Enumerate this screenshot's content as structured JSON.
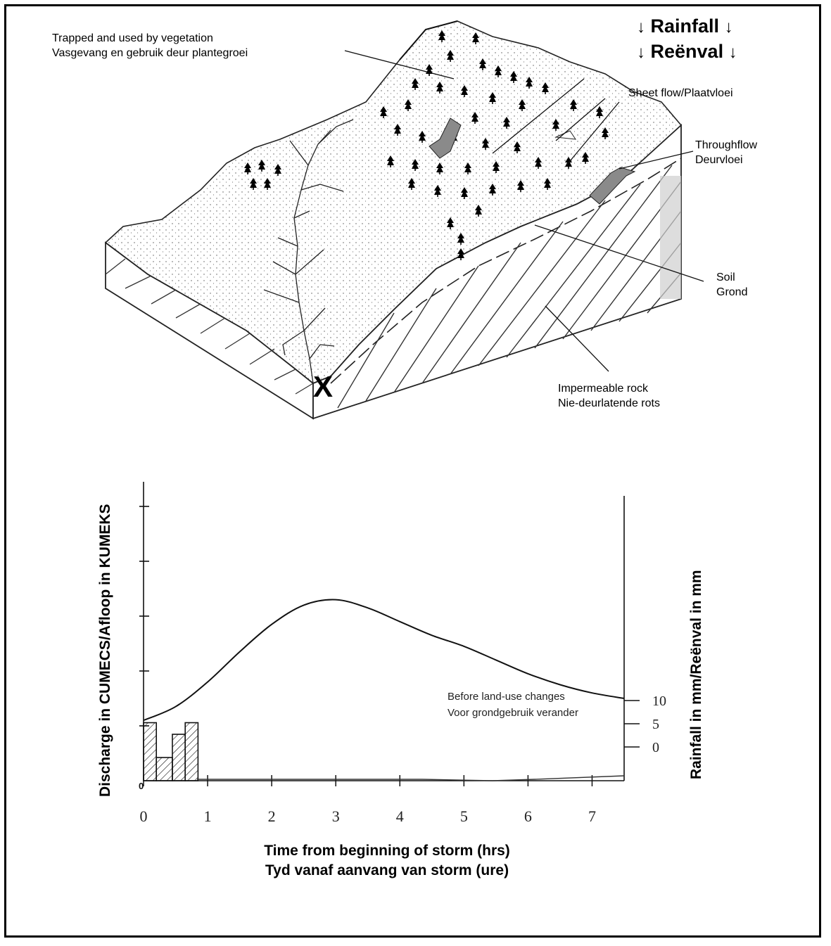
{
  "rainfall_header": {
    "line1": "Rainfall",
    "line2": "Reënval",
    "arrow": "↓"
  },
  "labels": {
    "vegetation": {
      "en": "Trapped and used by vegetation",
      "af": "Vasgevang en gebruik deur plantegroei"
    },
    "sheet_flow": "Sheet flow/Plaatvloei",
    "throughflow": {
      "en": "Throughflow",
      "af": "Deurvloei"
    },
    "soil": {
      "en": "Soil",
      "af": "Grond"
    },
    "rock": {
      "en": "Impermeable rock",
      "af": "Nie-deurlatende rots"
    },
    "outlet": "X"
  },
  "chart_data": {
    "type": "line",
    "ylabel_left": "Discharge in CUMECS/Afloop in KUMEKS",
    "ylabel_right": "Rainfall in mm/Reënval in mm",
    "xlabel": [
      "Time from beginning of storm (hrs)",
      "Tyd vanaf aanvang van storm (ure)"
    ],
    "x_ticks": [
      "0",
      "1",
      "2",
      "3",
      "4",
      "5",
      "6",
      "7"
    ],
    "left_tick_labels": [
      "0"
    ],
    "right_ticks": [
      "10",
      "5",
      "0"
    ],
    "annotation": [
      "Before land-use changes",
      "Voor grondgebruik verander"
    ],
    "series": [
      {
        "values": [
          [
            0,
            1.1
          ],
          [
            0.5,
            1.35
          ],
          [
            1,
            1.8
          ],
          [
            1.5,
            2.35
          ],
          [
            2,
            2.85
          ],
          [
            2.5,
            3.2
          ],
          [
            3,
            3.3
          ],
          [
            3.5,
            3.15
          ],
          [
            4,
            2.9
          ],
          [
            4.5,
            2.65
          ],
          [
            5,
            2.45
          ],
          [
            5.5,
            2.2
          ],
          [
            6,
            1.95
          ],
          [
            6.5,
            1.75
          ],
          [
            7,
            1.6
          ],
          [
            7.5,
            1.5
          ]
        ]
      }
    ],
    "rainfall_bars": [
      {
        "x0": 0,
        "x1": 0.2,
        "value": 5
      },
      {
        "x0": 0.2,
        "x1": 0.45,
        "value": 2
      },
      {
        "x0": 0.45,
        "x1": 0.65,
        "value": 4
      },
      {
        "x0": 0.65,
        "x1": 0.85,
        "value": 5
      }
    ],
    "xlim": [
      0,
      7.5
    ],
    "ylim": [
      0,
      5
    ]
  }
}
